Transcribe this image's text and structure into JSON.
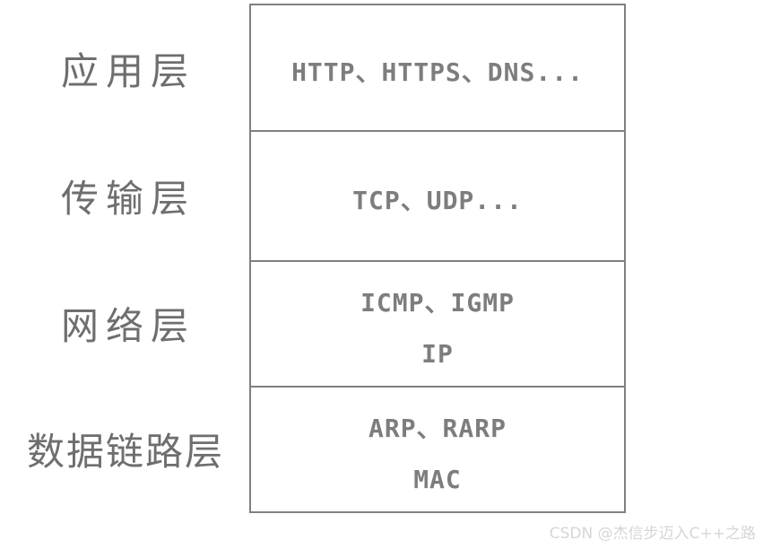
{
  "diagram": {
    "title_semantic": "TCP/IP protocol layer stack",
    "layers": [
      {
        "label": "应用层",
        "protocols": [
          "HTTP、HTTPS、DNS..."
        ]
      },
      {
        "label": "传输层",
        "protocols": [
          "TCP、UDP..."
        ]
      },
      {
        "label": "网络层",
        "protocols": [
          "ICMP、IGMP",
          "IP"
        ]
      },
      {
        "label": "数据链路层",
        "protocols": [
          "ARP、RARP",
          "MAC"
        ]
      }
    ],
    "colors": {
      "background": "#ffffff",
      "box_border": "#808080",
      "box_text": "#7d7d7d",
      "label_text": "#6e6e6e",
      "watermark_text": "#d6d6d6"
    }
  },
  "watermark": {
    "text": "CSDN @杰信步迈入C++之路"
  }
}
